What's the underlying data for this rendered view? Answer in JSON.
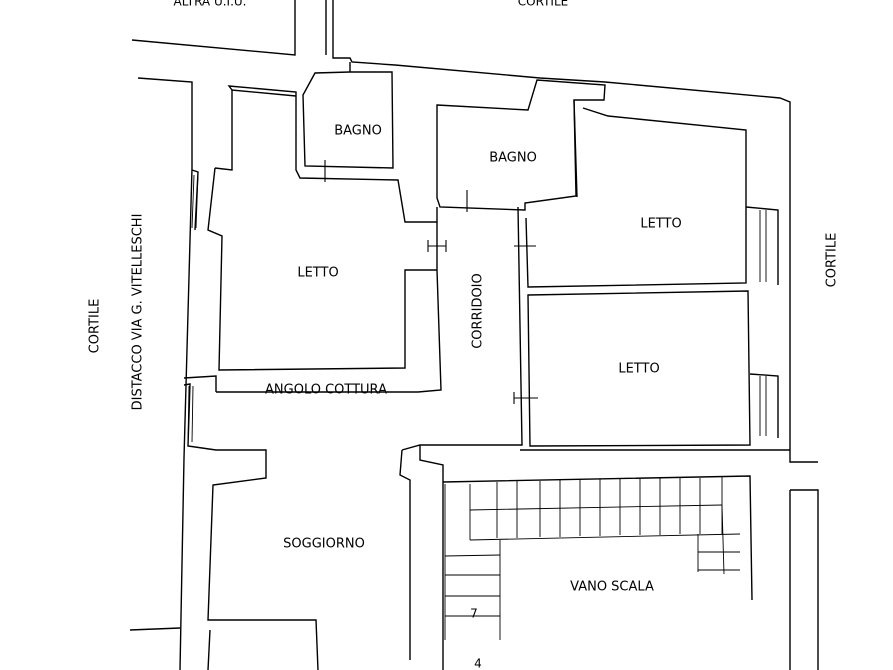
{
  "labels": {
    "top_left_unit": "ALTRA U.I.U.",
    "top_courtyard": "CORTILE",
    "left_courtyard": "CORTILE",
    "right_courtyard": "CORTILE",
    "street_setback": "DISTACCO VIA G. VITELLESCHI",
    "bathroom_1": "BAGNO",
    "bathroom_2": "BAGNO",
    "bedroom_left": "LETTO",
    "bedroom_right_top": "LETTO",
    "bedroom_right_bottom": "LETTO",
    "corridor": "CORRIDOIO",
    "kitchen_corner": "ANGOLO COTTURA",
    "living_room": "SOGGIORNO",
    "stairwell": "VANO SCALA",
    "stair_marker_upper": "7",
    "stair_marker_lower": "4"
  }
}
